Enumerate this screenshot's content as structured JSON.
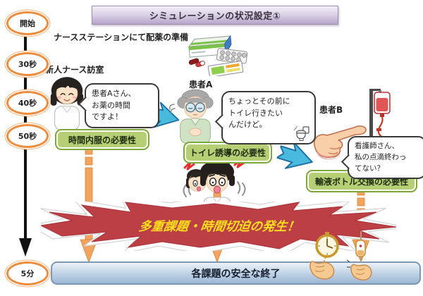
{
  "title": "シミュレーションの状況設定①",
  "timeline": {
    "items": [
      {
        "label": "開始"
      },
      {
        "label": "30秒"
      },
      {
        "label": "40秒"
      },
      {
        "label": "50秒"
      },
      {
        "label": "5分"
      }
    ]
  },
  "annotations": {
    "prep": "ナースステーションにて配薬の準備",
    "visit": "新人ナース訪室"
  },
  "actors": {
    "patient_a": "患者A",
    "patient_b": "患者B"
  },
  "bubbles": {
    "nurse": {
      "lines": [
        "患者Aさん、",
        "お薬の時間",
        "ですよ！"
      ]
    },
    "patient_a": {
      "lines": [
        "ちょっとその前に",
        "トイレ行きたい",
        "んだけど。"
      ]
    },
    "patient_b": {
      "lines": [
        "看護師さん、",
        "私の点滴終わっ",
        "てない？"
      ]
    }
  },
  "need_boxes": [
    {
      "label": "時間内服の必要性"
    },
    {
      "label": "トイレ誘導の必要性"
    },
    {
      "label": "輸液ボトル交換の必要性"
    }
  ],
  "banner": {
    "label": "多重課題・時間切迫の発生！"
  },
  "bottom_bar": {
    "label": "各課題の安全な終了"
  },
  "icons": {
    "medicine_set": "pill-box+blister+capsules",
    "toilet": "toilet-bowl",
    "iv_stand": "iv-pole-with-red-infusion-bag",
    "pointing_hand": "pointing-index-hand",
    "watch_hands": "pocket-watch-and-drip-counting-hands",
    "stress_marks": "red-zigzag",
    "timeline_arrow": "down-arrow"
  },
  "colors": {
    "title_bg": "#cfc3dd",
    "timeline_orange": "#ee8c3d",
    "need_green": "#b6cf74",
    "need_border": "#7fa83a",
    "arrow_blue": "#49b9de",
    "banner_red": "#bd3f46",
    "banner_text_yellow": "#ffdf1e",
    "bar_blue": "#c6d6e9",
    "pin_orange": "#f3a360"
  }
}
